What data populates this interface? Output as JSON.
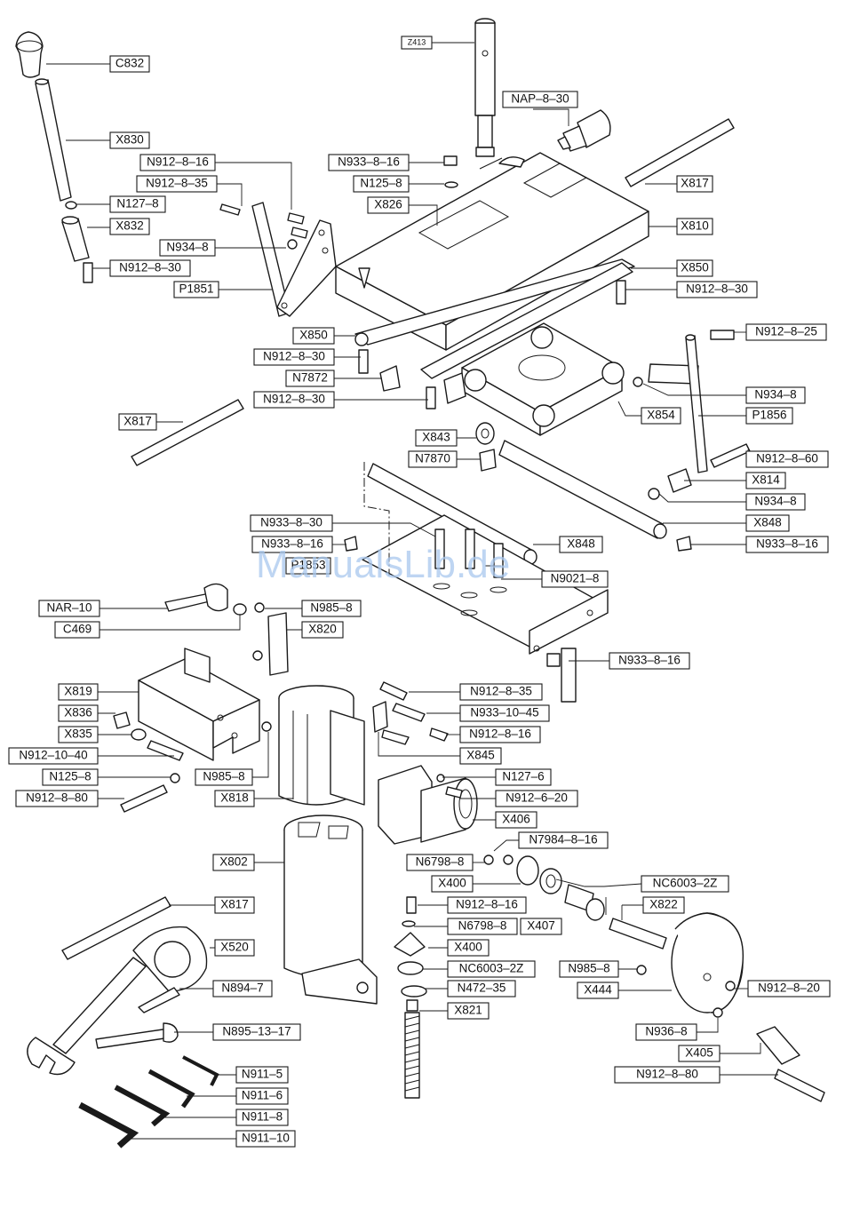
{
  "watermark": "ManualsLib.de",
  "labels": {
    "C832": "C832",
    "X830": "X830",
    "N912_8_16_a": "N912–8–16",
    "N912_8_35_a": "N912–8–35",
    "N127_8": "N127–8",
    "X832": "X832",
    "N934_8_a": "N934–8",
    "N912_8_30_a": "N912–8–30",
    "P1851": "P1851",
    "Z413": "Z413",
    "NAP_8_30": "NAP–8–30",
    "N933_8_16_a": "N933–8–16",
    "N125_8_a": "N125–8",
    "X826": "X826",
    "X817_a": "X817",
    "X810": "X810",
    "X850_a": "X850",
    "N912_8_30_b": "N912–8–30",
    "X850_b": "X850",
    "N912_8_30_c": "N912–8–30",
    "N7872": "N7872",
    "N912_8_30_d": "N912–8–30",
    "N912_8_25": "N912–8–25",
    "N934_8_b": "N934–8",
    "X854": "X854",
    "P1856": "P1856",
    "X817_b": "X817",
    "X843": "X843",
    "N7870": "N7870",
    "N912_8_60": "N912–8–60",
    "X814": "X814",
    "N934_8_c": "N934–8",
    "X848_a": "X848",
    "N933_8_30": "N933–8–30",
    "N933_8_16_b": "N933–8–16",
    "X848_b": "X848",
    "N933_8_16_c": "N933–8–16",
    "P1853": "P1853",
    "N9021_8": "N9021–8",
    "NAR_10": "NAR–10",
    "N985_8_a": "N985–8",
    "C469": "C469",
    "X820": "X820",
    "N933_8_16_d": "N933–8–16",
    "X819": "X819",
    "N912_8_35_b": "N912–8–35",
    "X836": "X836",
    "N933_10_45": "N933–10–45",
    "X835": "X835",
    "N912_8_16_b": "N912–8–16",
    "N912_10_40": "N912–10–40",
    "X845": "X845",
    "N125_8_b": "N125–8",
    "N985_8_b": "N985–8",
    "N127_6": "N127–6",
    "N912_8_80_a": "N912–8–80",
    "X818": "X818",
    "N912_6_20": "N912–6–20",
    "X406": "X406",
    "X802": "X802",
    "N7984_8_16": "N7984–8–16",
    "N6798_8_a": "N6798–8",
    "X400_a": "X400",
    "NC6003_2Z_a": "NC6003–2Z",
    "X817_c": "X817",
    "N912_8_16_c": "N912–8–16",
    "X822": "X822",
    "N6798_8_b": "N6798–8",
    "X407": "X407",
    "X520": "X520",
    "X400_b": "X400",
    "NC6003_2Z_b": "NC6003–2Z",
    "N985_8_c": "N985–8",
    "N894_7": "N894–7",
    "N472_35": "N472–35",
    "X444": "X444",
    "N912_8_20": "N912–8–20",
    "X821": "X821",
    "N895_13_17": "N895–13–17",
    "N936_8": "N936–8",
    "X405": "X405",
    "N911_5": "N911–5",
    "N912_8_80_b": "N912–8–80",
    "N911_6": "N911–6",
    "N911_8": "N911–8",
    "N911_10": "N911–10"
  }
}
